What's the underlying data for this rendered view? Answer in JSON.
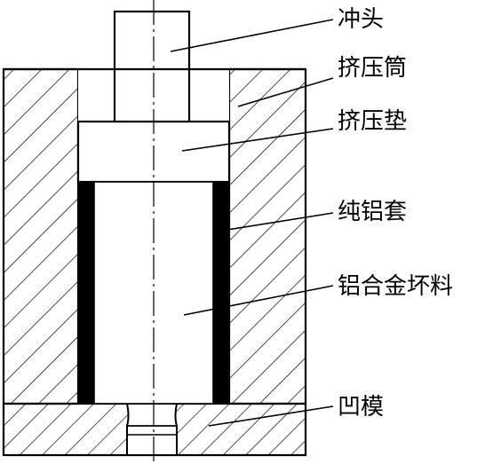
{
  "labels": {
    "punch": "冲头",
    "container": "挤压筒",
    "pad": "挤压垫",
    "sleeve": "纯铝套",
    "billet": "铝合金坏料",
    "die": "凹模"
  },
  "colors": {
    "line": "#000000",
    "background": "#ffffff",
    "sleeve_fill": "#000000"
  }
}
